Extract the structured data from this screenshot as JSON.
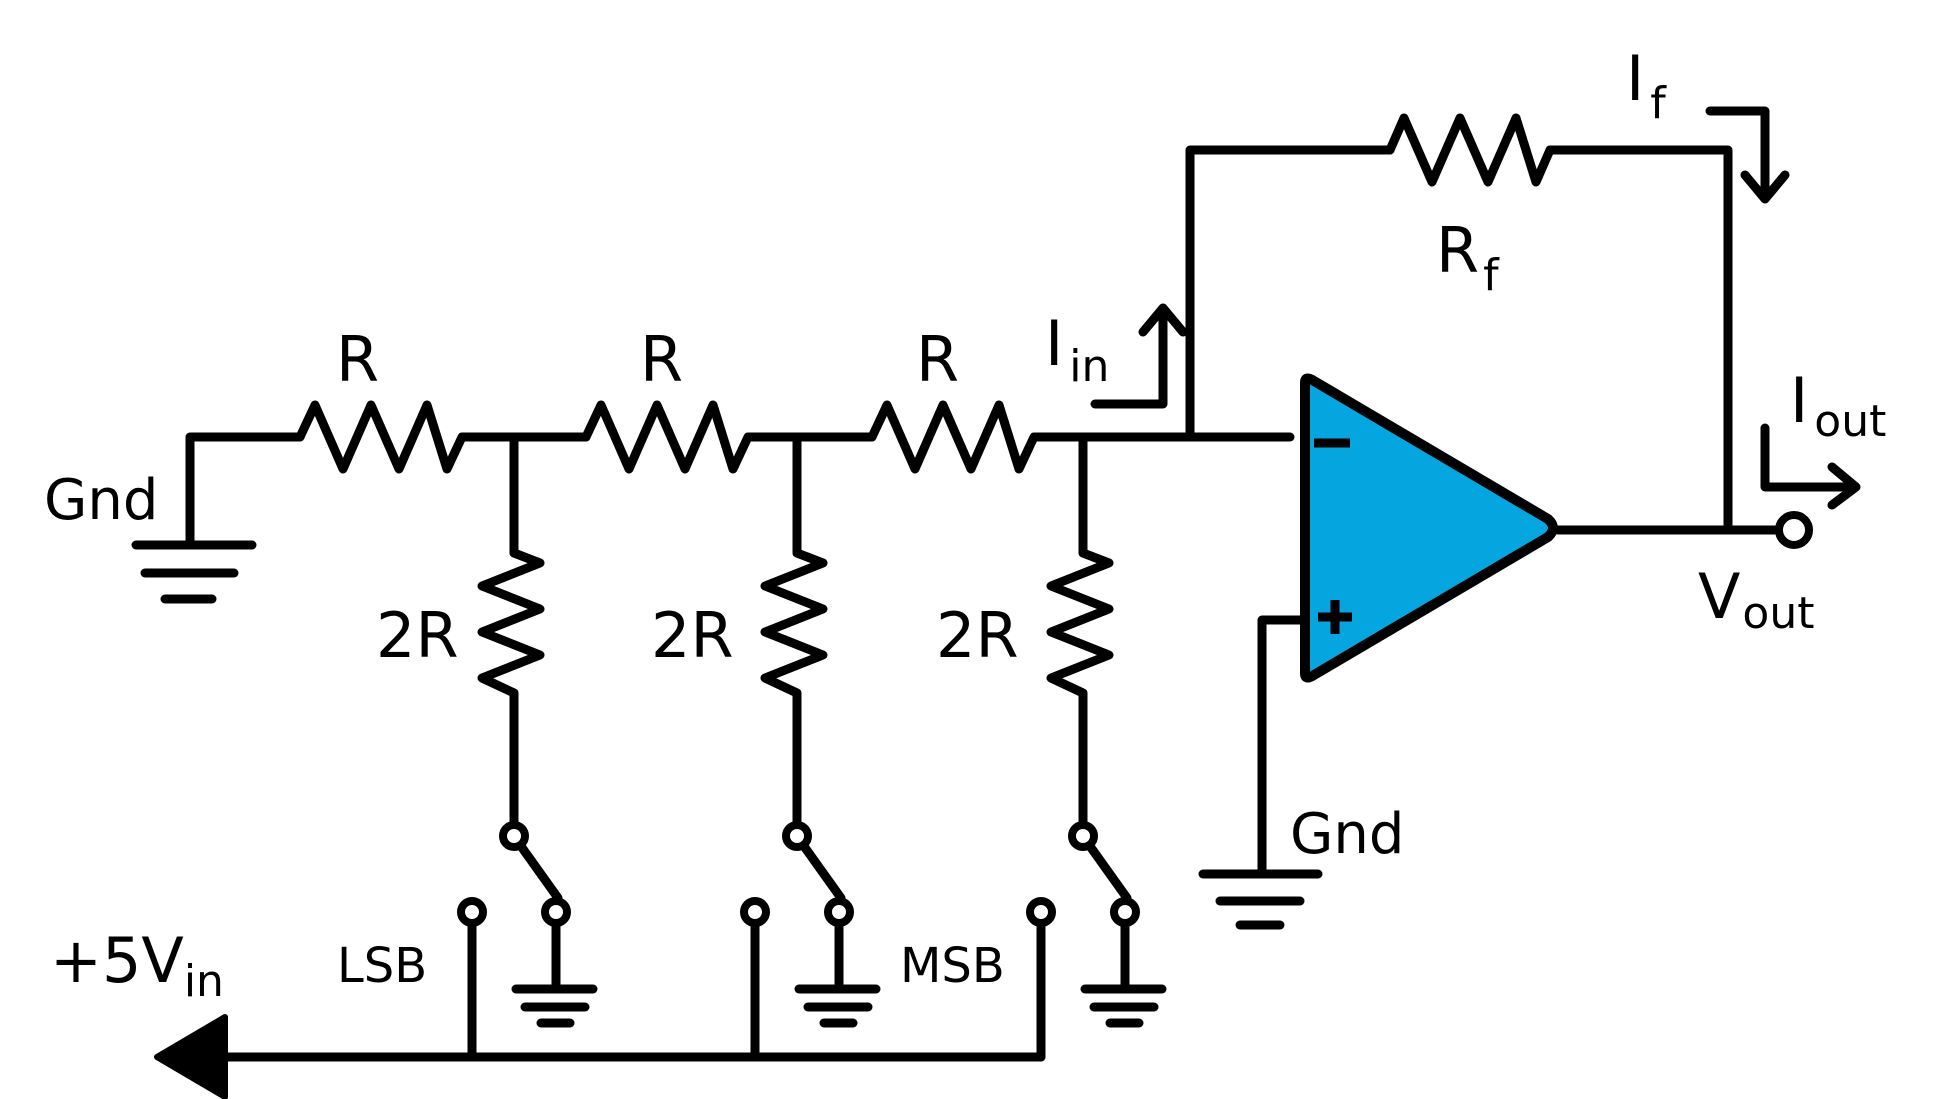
{
  "labels": {
    "gnd_left": "Gnd",
    "gnd_opamp": "Gnd",
    "r_series": "R",
    "r_shunt": "2R",
    "rf_main": "R",
    "rf_sub": "f",
    "if_main": "I",
    "if_sub": "f",
    "iin_main": "I",
    "iin_sub": "in",
    "iout_main": "I",
    "iout_sub": "out",
    "vout_main": "V",
    "vout_sub": "out",
    "vin_main": "+5V",
    "vin_sub": "in",
    "lsb": "LSB",
    "msb": "MSB",
    "minus": "−",
    "plus": "+"
  },
  "colors": {
    "opamp_fill": "#05A6DF",
    "wire": "#000000",
    "background": "#ffffff"
  }
}
